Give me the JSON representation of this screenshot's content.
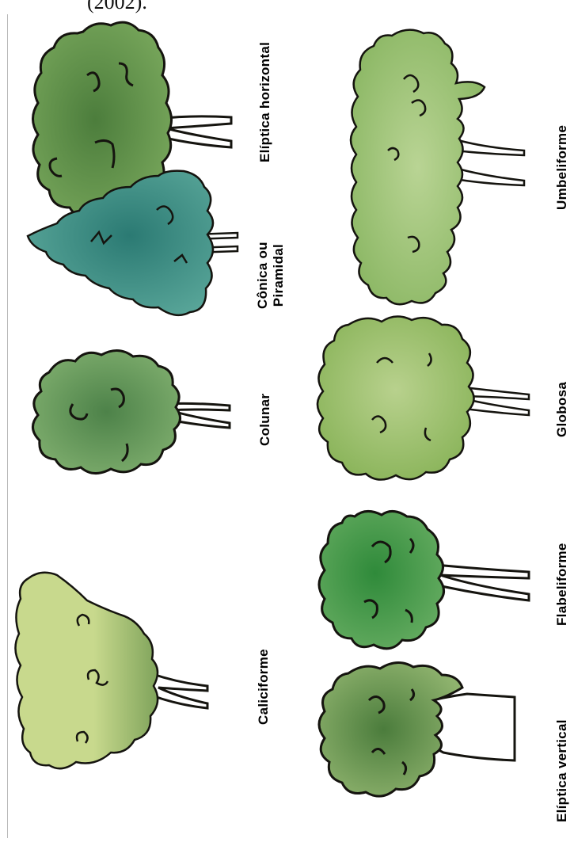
{
  "header": {
    "caption_fragment": "(2002)."
  },
  "colors": {
    "stroke": "#15140f",
    "trunk_fill": "#ffffff",
    "eliptica_horizontal": [
      "#4c7d3c",
      "#76a55a"
    ],
    "conica": [
      "#2b7a73",
      "#5aa79a"
    ],
    "colunar": [
      "#4d8249",
      "#7fae6e"
    ],
    "caliciforme": [
      "#c8d98d",
      "#7fa35b"
    ],
    "umbeliforme": [
      "#8bb764",
      "#b9d494"
    ],
    "globosa": [
      "#8ab45a",
      "#b8d18d"
    ],
    "flabeliforme": [
      "#2f8a3a",
      "#67ad62"
    ],
    "eliptica_vertical": [
      "#4b7c3c",
      "#8fb36e"
    ]
  },
  "labels": {
    "eliptica_horizontal": "Elíptica horizontal",
    "conica_line1": "Cônica ou",
    "conica_line2": "Piramidal",
    "colunar": "Colunar",
    "caliciforme": "Caliciforme",
    "umbeliforme": "Umbeliforme",
    "globosa": "Globosa",
    "flabeliforme": "Flabeliforme",
    "eliptica_vertical": "Elíptica vertical"
  }
}
